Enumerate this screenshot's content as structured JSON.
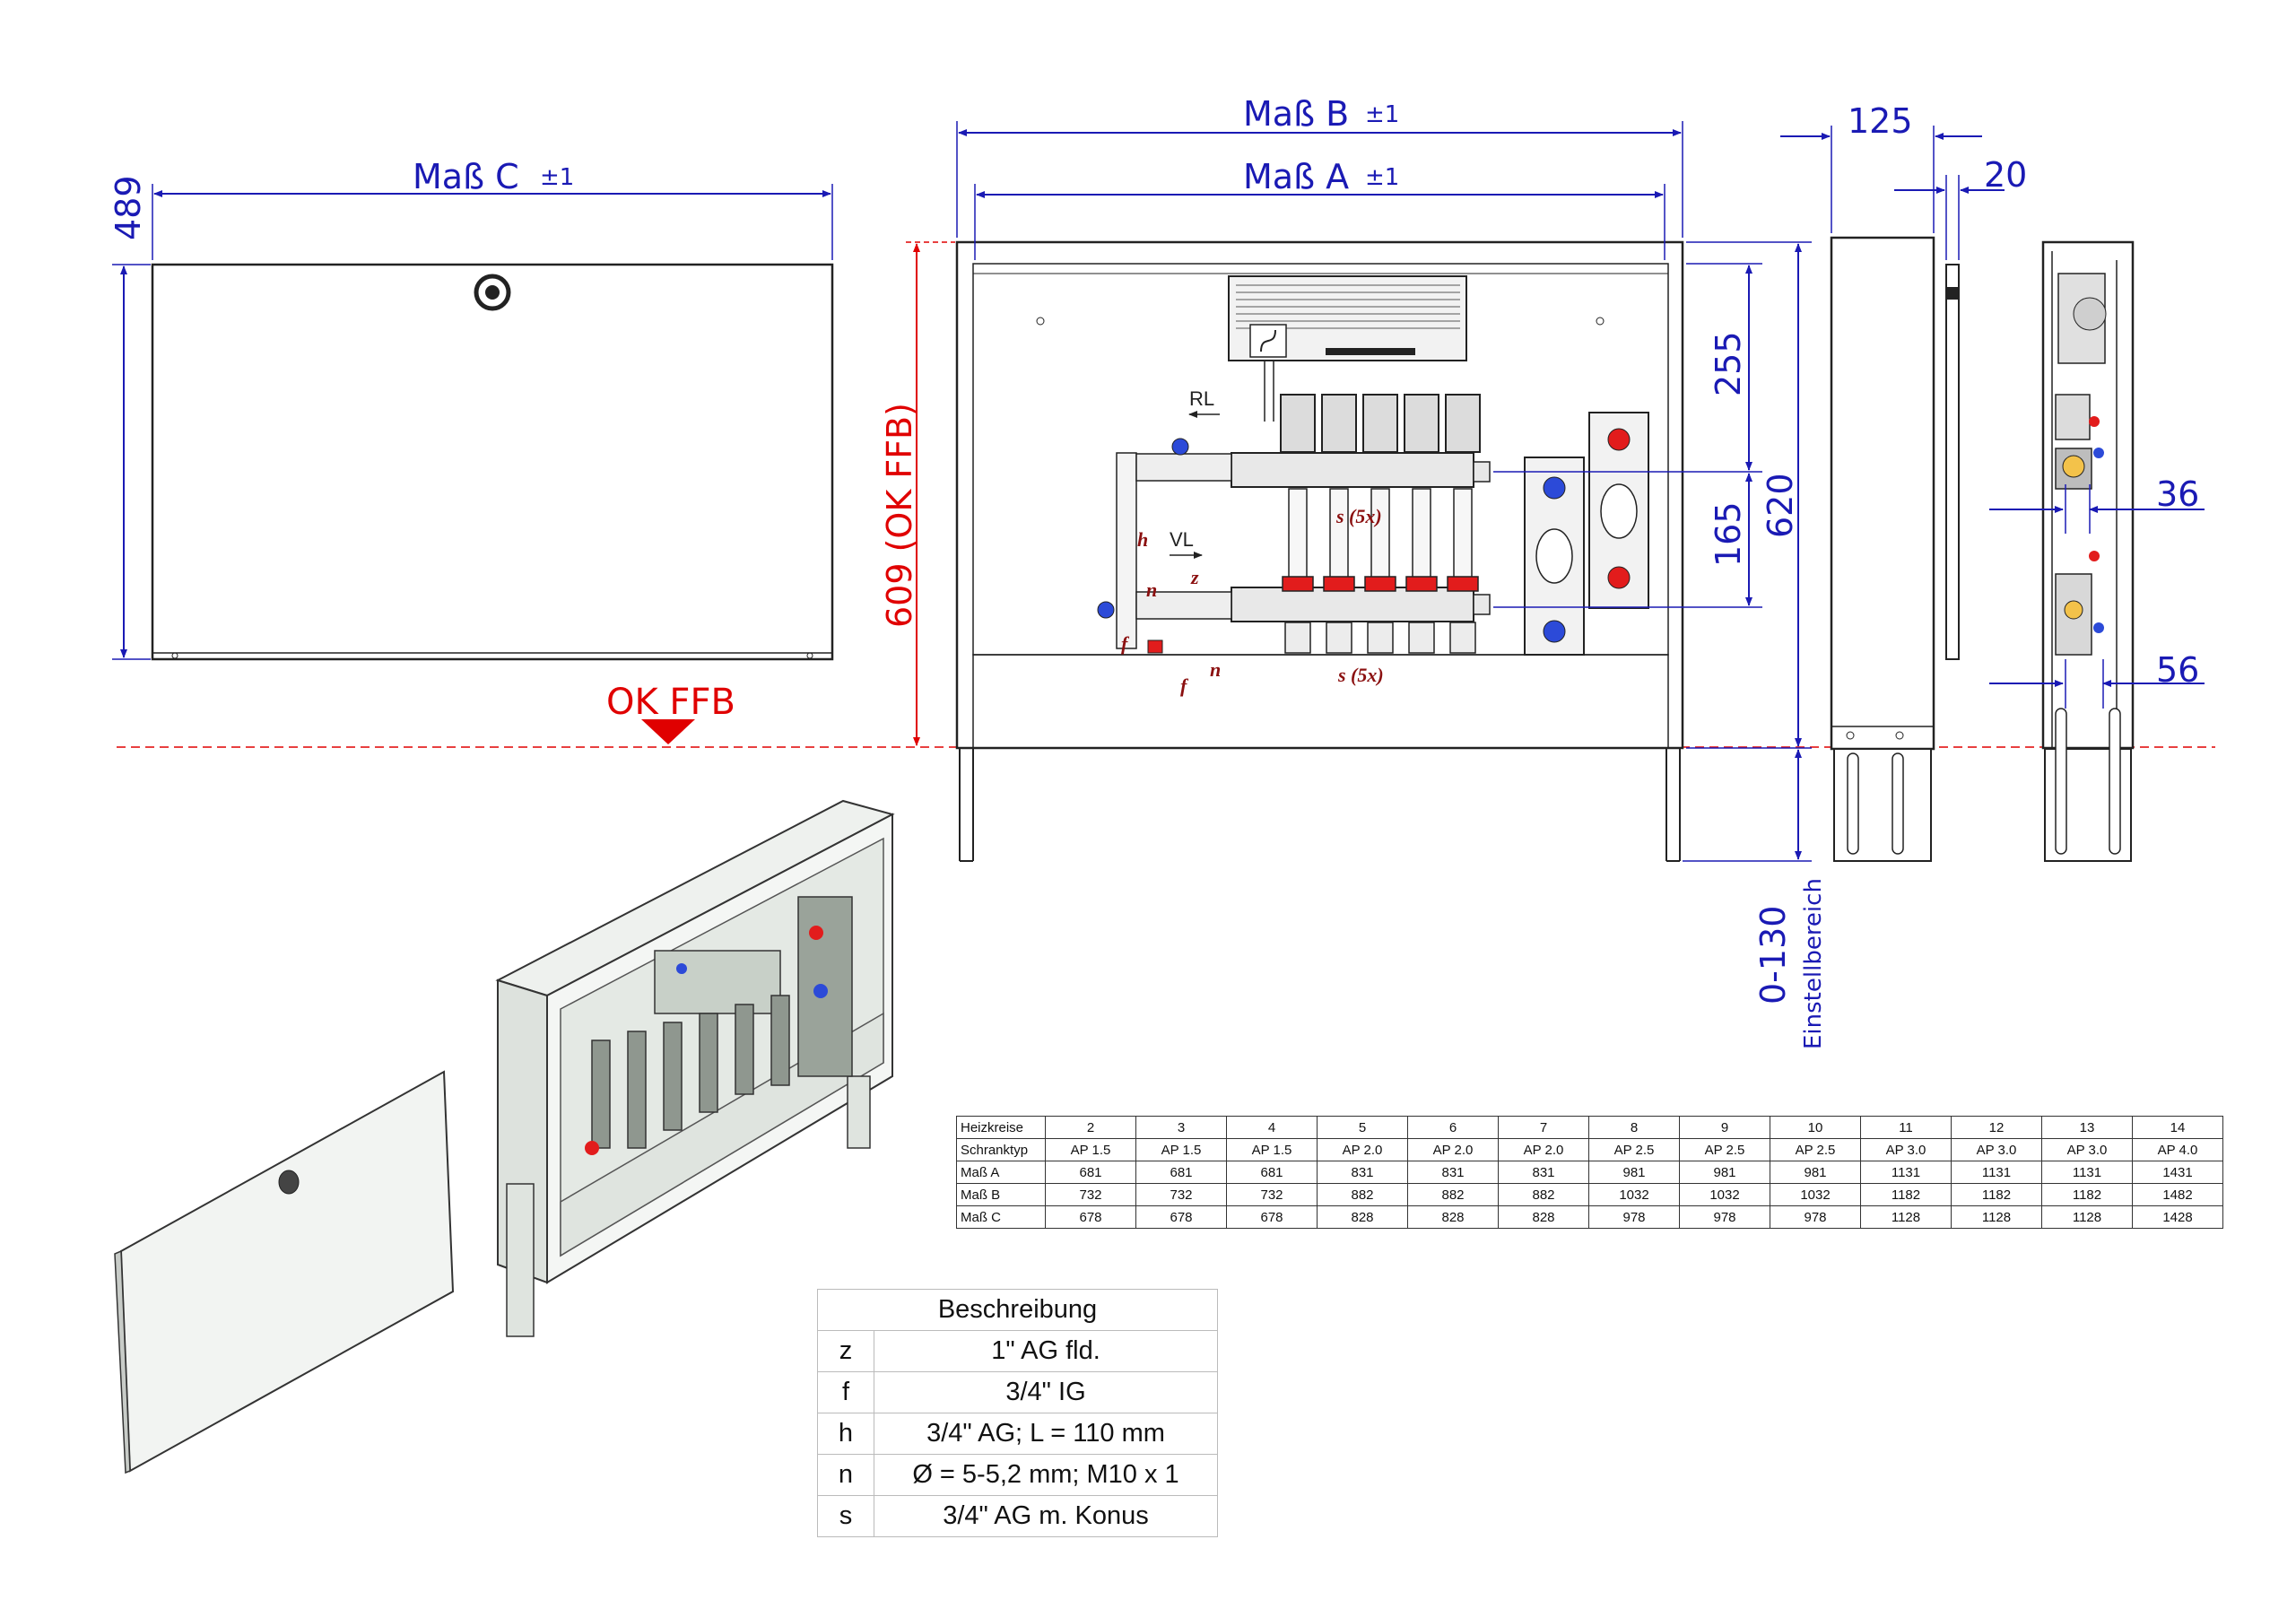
{
  "dimensions": {
    "mass_c": "Maß C",
    "mass_b": "Maß B",
    "mass_a": "Maß A",
    "tol": "±1",
    "d489": "489",
    "d609": "609 (OK FFB)",
    "ok_ffb": "OK FFB",
    "d125": "125",
    "d20": "20",
    "d255": "255",
    "d165": "165",
    "d620": "620",
    "d36": "36",
    "d56": "56",
    "d0_130": "0-130",
    "einstellbereich": "Einstellbereich"
  },
  "labels": {
    "rl": "RL",
    "vl": "VL",
    "h": "h",
    "n": "n",
    "f": "f",
    "z": "z",
    "s5x": "s (5x)"
  },
  "spec_table": {
    "rows": [
      [
        "Heizkreise",
        "2",
        "3",
        "4",
        "5",
        "6",
        "7",
        "8",
        "9",
        "10",
        "11",
        "12",
        "13",
        "14"
      ],
      [
        "Schranktyp",
        "AP 1.5",
        "AP 1.5",
        "AP 1.5",
        "AP 2.0",
        "AP 2.0",
        "AP 2.0",
        "AP 2.5",
        "AP 2.5",
        "AP 2.5",
        "AP 3.0",
        "AP 3.0",
        "AP 3.0",
        "AP 4.0"
      ],
      [
        "Maß A",
        "681",
        "681",
        "681",
        "831",
        "831",
        "831",
        "981",
        "981",
        "981",
        "1131",
        "1131",
        "1131",
        "1431"
      ],
      [
        "Maß B",
        "732",
        "732",
        "732",
        "882",
        "882",
        "882",
        "1032",
        "1032",
        "1032",
        "1182",
        "1182",
        "1182",
        "1482"
      ],
      [
        "Maß C",
        "678",
        "678",
        "678",
        "828",
        "828",
        "828",
        "978",
        "978",
        "978",
        "1128",
        "1128",
        "1128",
        "1428"
      ]
    ]
  },
  "description": {
    "title": "Beschreibung",
    "rows": [
      {
        "key": "z",
        "value": "1\" AG fld."
      },
      {
        "key": "f",
        "value": "3/4\" IG"
      },
      {
        "key": "h",
        "value": "3/4\" AG; L = 110 mm"
      },
      {
        "key": "n",
        "value": "Ø = 5-5,2 mm; M10 x 1"
      },
      {
        "key": "s",
        "value": "3/4\" AG m. Konus"
      }
    ]
  },
  "colors": {
    "dimension": "#1a1ab4",
    "floor": "#e00000",
    "annotation": "#8b1010"
  }
}
